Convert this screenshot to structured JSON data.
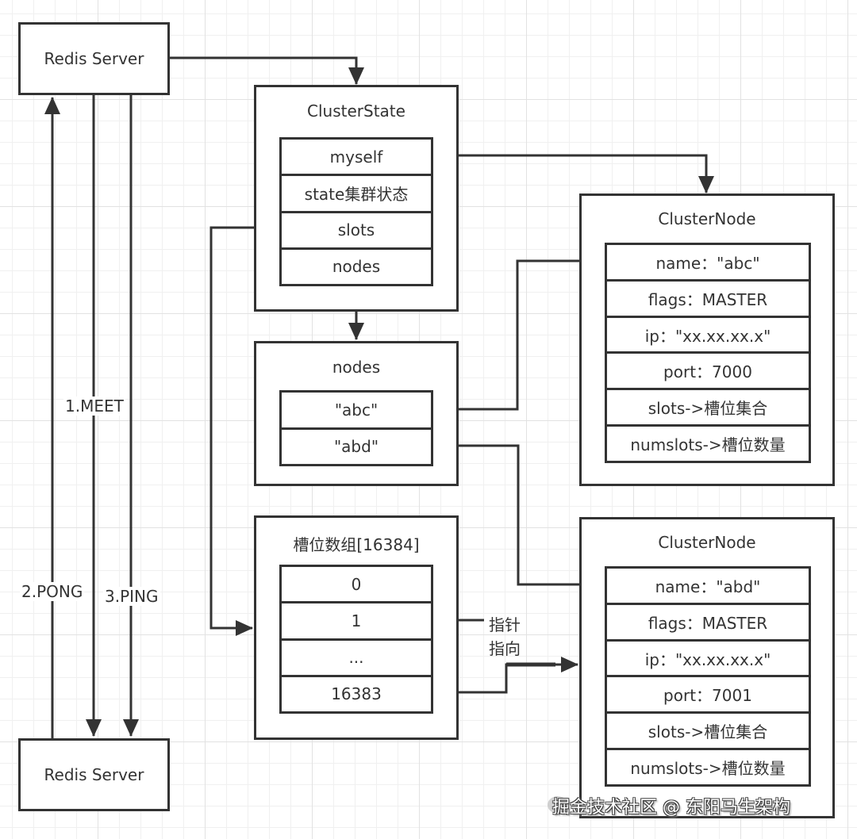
{
  "servers": {
    "top": "Redis Server",
    "bottom": "Redis Server"
  },
  "messages": {
    "meet": "1.MEET",
    "pong": "2.PONG",
    "ping": "3.PING"
  },
  "cluster_state": {
    "title": "ClusterState",
    "fields": [
      "myself",
      "state集群状态",
      "slots",
      "nodes"
    ]
  },
  "nodes_dict": {
    "title": "nodes",
    "entries": [
      "\"abc\"",
      "\"abd\""
    ]
  },
  "slots_array": {
    "title": "槽位数组[16384]",
    "entries": [
      "0",
      "1",
      "...",
      "16383"
    ]
  },
  "pointer_label": {
    "line1": "指针",
    "line2": "指向"
  },
  "cluster_nodes": [
    {
      "title": "ClusterNode",
      "fields": [
        "name：\"abc\"",
        "flags：MASTER",
        "ip：\"xx.xx.xx.x\"",
        "port：7000",
        "slots->槽位集合",
        "numslots->槽位数量"
      ]
    },
    {
      "title": "ClusterNode",
      "fields": [
        "name：\"abd\"",
        "flags：MASTER",
        "ip：\"xx.xx.xx.x\"",
        "port：7001",
        "slots->槽位集合",
        "numslots->槽位数量"
      ]
    }
  ],
  "watermark": "掘金技术社区 @ 东阳马生架构",
  "colors": {
    "stroke": "#333333",
    "grid": "#e2e2e2",
    "background": "#ffffff"
  }
}
